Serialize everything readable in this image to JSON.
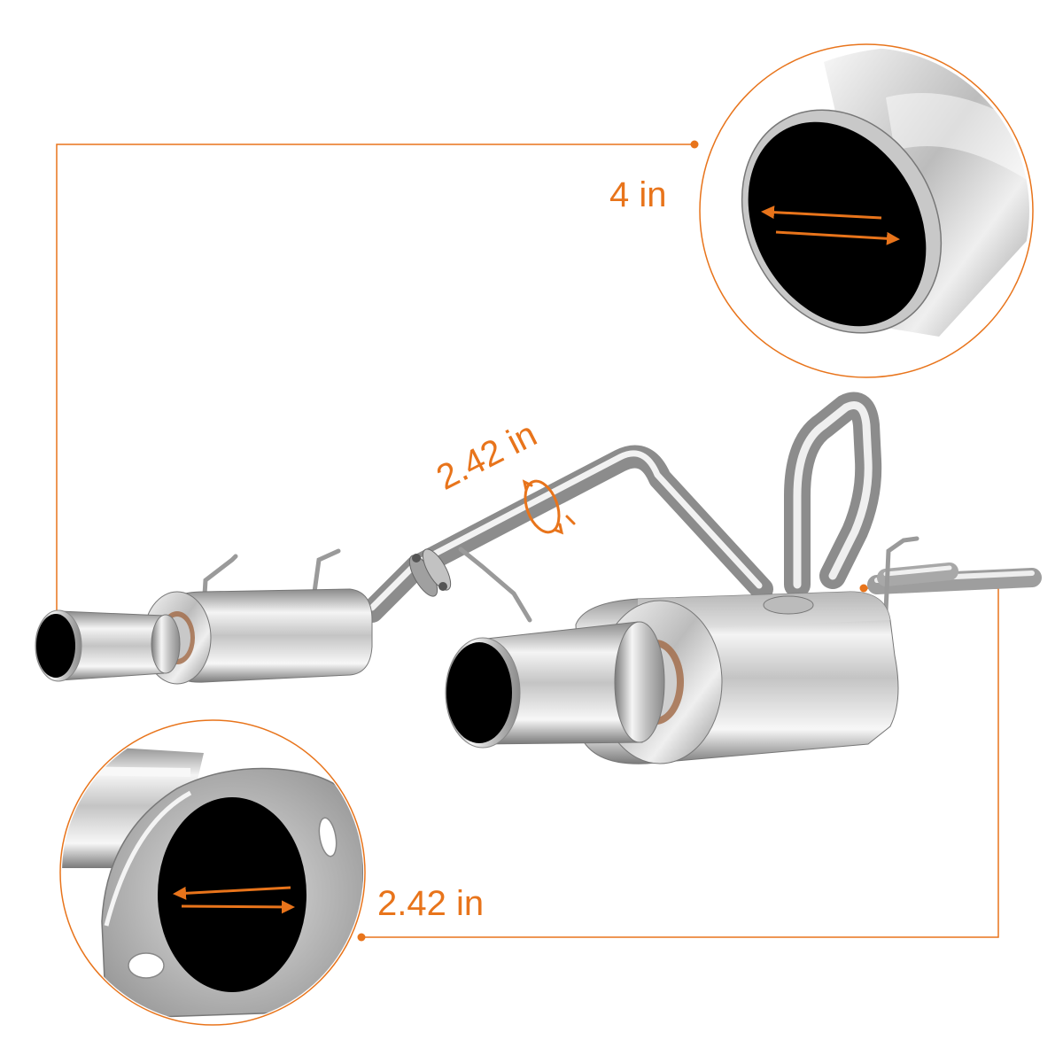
{
  "labels": {
    "tip_diameter": "4 in",
    "pipe_diameter": "2.42 in",
    "flange_diameter": "2.42 in"
  },
  "colors": {
    "accent": "#e8741b",
    "steel_light": "#f2f2f2",
    "steel_mid": "#b9b9b9",
    "steel_dark": "#6f6f6f",
    "bore": "#000000",
    "background": "#ffffff"
  },
  "icons": {
    "rotation": "rotation-arrows-icon",
    "measure": "double-arrow-icon"
  }
}
